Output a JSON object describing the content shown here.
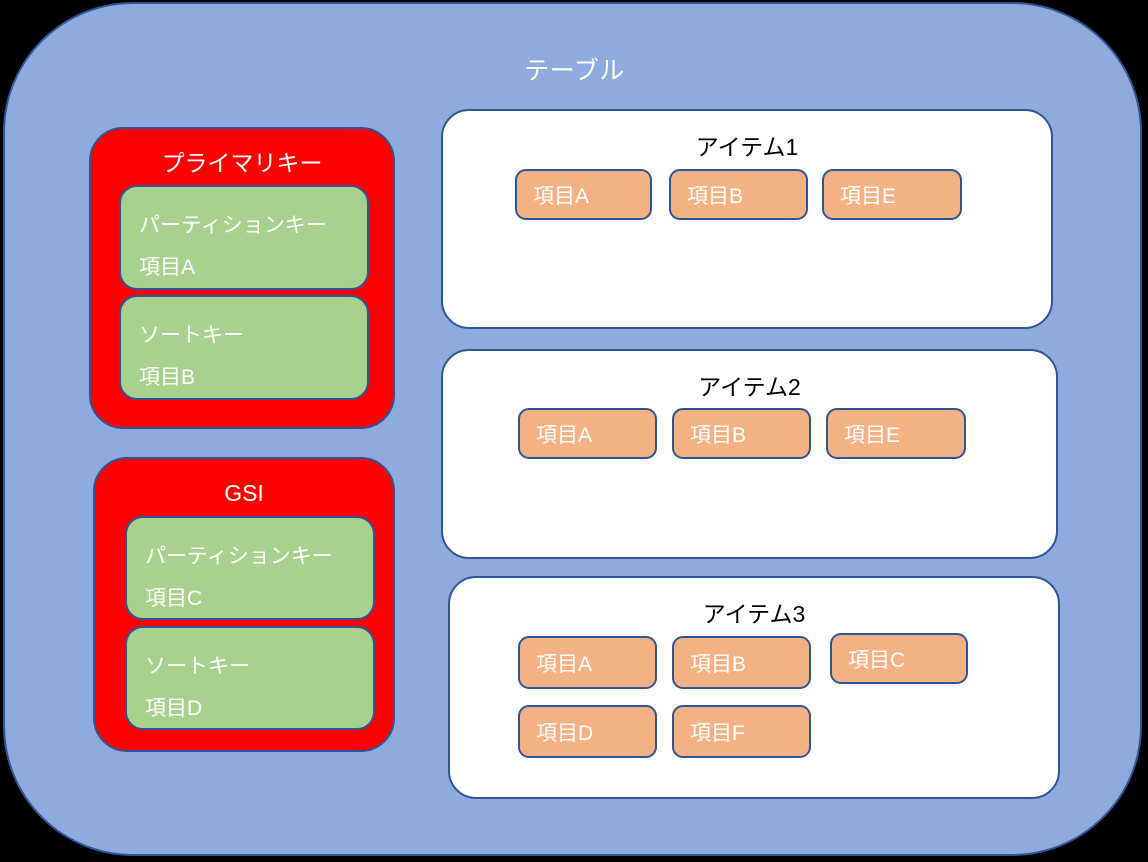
{
  "diagram": {
    "title": "テーブル",
    "colors": {
      "background": "#000000",
      "table_fill": "#8FAADC",
      "border": "#2F5597",
      "key_group_fill": "#FF0000",
      "key_box_fill": "#A9D18E",
      "item_card_fill": "#FFFFFF",
      "attribute_fill": "#F4B183",
      "light_text": "#FFFFFF",
      "dark_text": "#000000"
    }
  },
  "key_groups": [
    {
      "title": "プライマリキー",
      "keys": [
        {
          "role": "パーティションキー",
          "attribute": "項目A"
        },
        {
          "role": "ソートキー",
          "attribute": "項目B"
        }
      ]
    },
    {
      "title": "GSI",
      "keys": [
        {
          "role": "パーティションキー",
          "attribute": "項目C"
        },
        {
          "role": "ソートキー",
          "attribute": "項目D"
        }
      ]
    }
  ],
  "items": [
    {
      "title": "アイテム1",
      "attributes": [
        "項目A",
        "項目B",
        "項目E"
      ]
    },
    {
      "title": "アイテム2",
      "attributes": [
        "項目A",
        "項目B",
        "項目E"
      ]
    },
    {
      "title": "アイテム3",
      "attributes": [
        "項目A",
        "項目B",
        "項目C",
        "項目D",
        "項目F"
      ]
    }
  ]
}
